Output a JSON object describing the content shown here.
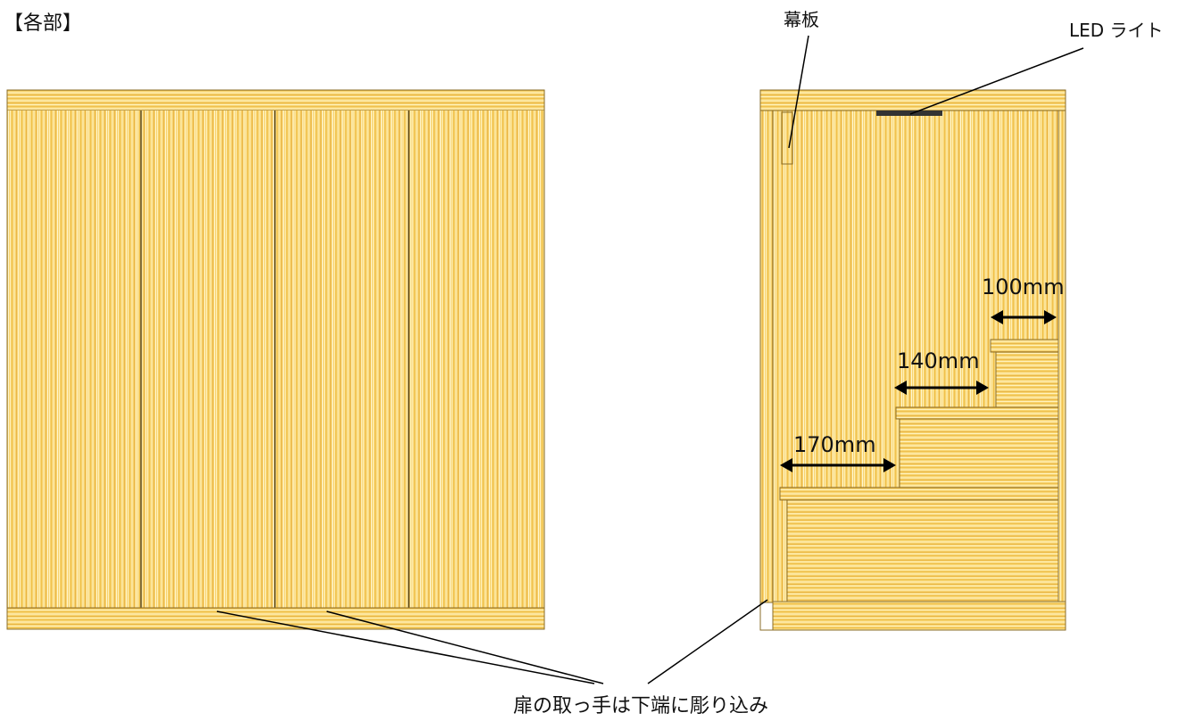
{
  "heading": "【各部】",
  "labels": {
    "valance": "幕板",
    "led_light": "LED ライト",
    "door_handle_note": "扉の取っ手は下端に彫り込み"
  },
  "dimensions": {
    "top_step_width": "100mm",
    "middle_step_width": "140mm",
    "bottom_step_width": "170mm"
  },
  "colors": {
    "wood_light": "#fbe59a",
    "wood_mid": "#f5cf63",
    "wood_dark": "#e9b84a",
    "outline": "#8a6d2a",
    "led_strip": "#333333",
    "line": "#000000"
  }
}
